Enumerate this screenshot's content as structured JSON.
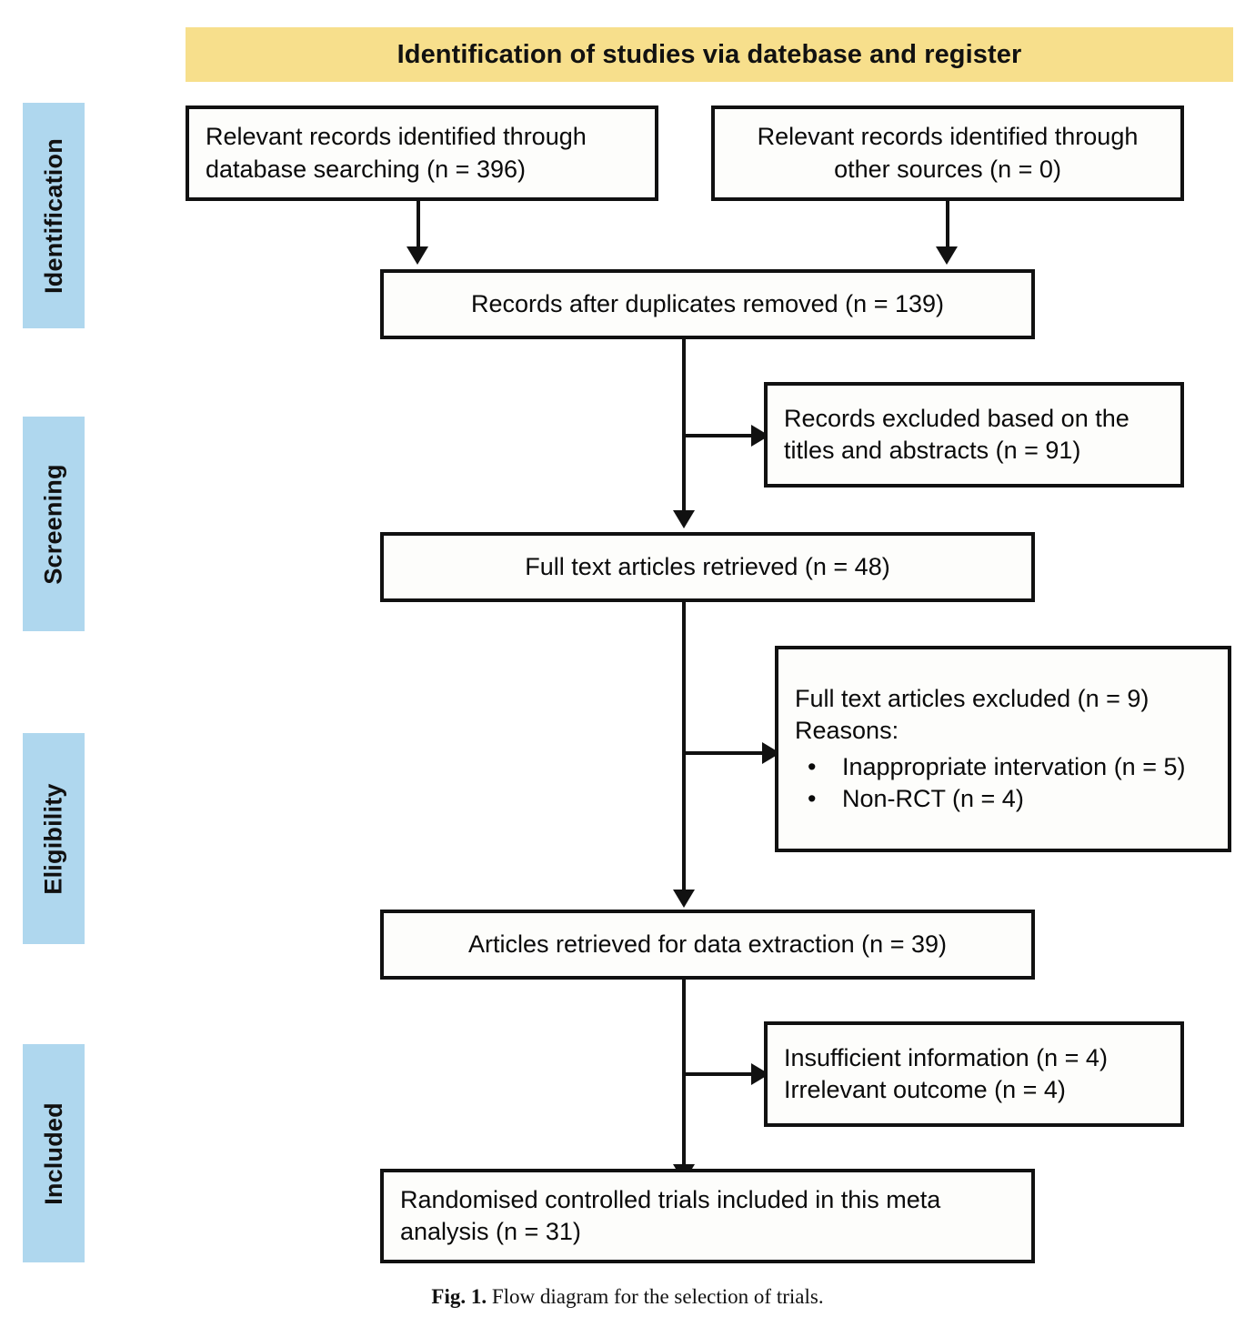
{
  "figure": {
    "header_title": "Identification of studies via datebase and register",
    "caption_label": "Fig. 1.",
    "caption_text": "Flow diagram for the selection of trials.",
    "colors": {
      "header_background": "#F7DF8C",
      "stage_chip_background": "#AFD7EE",
      "box_border": "#111111",
      "box_background": "#FDFDFB",
      "connector": "#111111"
    }
  },
  "stages": [
    {
      "id": "identification",
      "label": "Identification"
    },
    {
      "id": "screening",
      "label": "Screening"
    },
    {
      "id": "eligibility",
      "label": "Eligibility"
    },
    {
      "id": "included",
      "label": "Included"
    }
  ],
  "boxes": {
    "records_database": {
      "line1": "Relevant records identified through",
      "line2": "database searching (n = 396)",
      "n": 396
    },
    "records_other": {
      "line1": "Relevant records identified through",
      "line2": "other sources (n = 0)",
      "n": 0
    },
    "duplicates_removed": {
      "line1": "Records after duplicates removed (n = 139)",
      "n": 139
    },
    "records_excluded": {
      "line1": "Records excluded based on the",
      "line2": "titles and abstracts (n = 91)",
      "n": 91
    },
    "fulltext_retrieved": {
      "line1": "Full text articles retrieved (n = 48)",
      "n": 48
    },
    "fulltext_excluded": {
      "line1": "Full text articles excluded (n = 9)",
      "line2": "Reasons:",
      "n": 9,
      "reasons": [
        {
          "bullet": "•",
          "text": "Inappropriate intervation (n = 5)",
          "n": 5
        },
        {
          "bullet": "•",
          "text": "Non-RCT (n = 4)",
          "n": 4
        }
      ]
    },
    "articles_data_extraction": {
      "line1": "Articles retrieved for data extraction (n = 39)",
      "n": 39
    },
    "further_exclusions": {
      "line1": "Insufficient information (n = 4)",
      "line2": "Irrelevant outcome (n = 4)",
      "n_insufficient": 4,
      "n_irrelevant": 4
    },
    "included_trials": {
      "line1": "Randomised controlled trials included in this meta",
      "line2": "analysis (n = 31)",
      "n": 31
    }
  }
}
